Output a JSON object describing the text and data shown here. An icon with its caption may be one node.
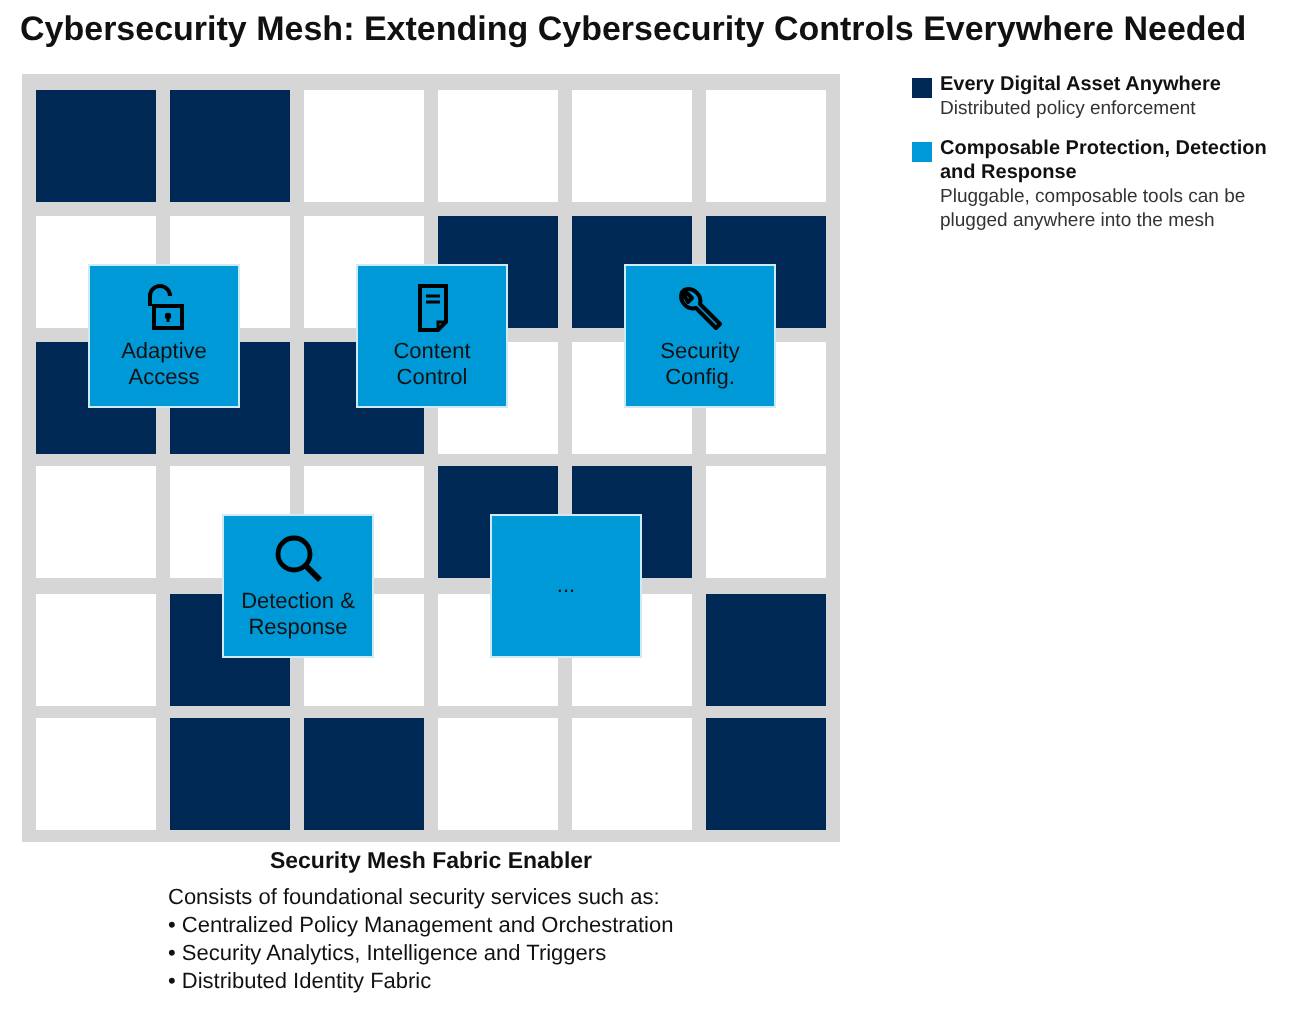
{
  "diagram": {
    "title": "Cybersecurity Mesh: Extending Cybersecurity Controls Everywhere Needed",
    "nodes": [
      {
        "text": [
          "Security Mesh Fabric Enabler"
        ]
      },
      {
        "text": [
          "Adaptive Access"
        ],
        "in": 0
      },
      {
        "text": [
          "Content Control"
        ],
        "in": 0
      },
      {
        "text": [
          "Security Config."
        ],
        "in": 0
      },
      {
        "text": [
          "Detection & Response"
        ],
        "in": 0
      },
      {
        "text": [
          "..."
        ],
        "in": 0
      }
    ],
    "edges": [],
    "labels": [
      "Distributed policy enforcement",
      "Pluggable, composable tools can be plugged anywhere into the mesh",
      "Consists of foundational security services such as:",
      "• Centralized Policy Management and Orchestration",
      "• Security Analytics, Intelligence and Triggers",
      "• Distributed Identity Fabric"
    ],
    "legend": [
      {
        "text": "Every Digital Asset Anywhere",
        "color": "#002855"
      },
      {
        "text": "Composable Protection, Detection and Response",
        "color": "#0099d8"
      }
    ]
  }
}
